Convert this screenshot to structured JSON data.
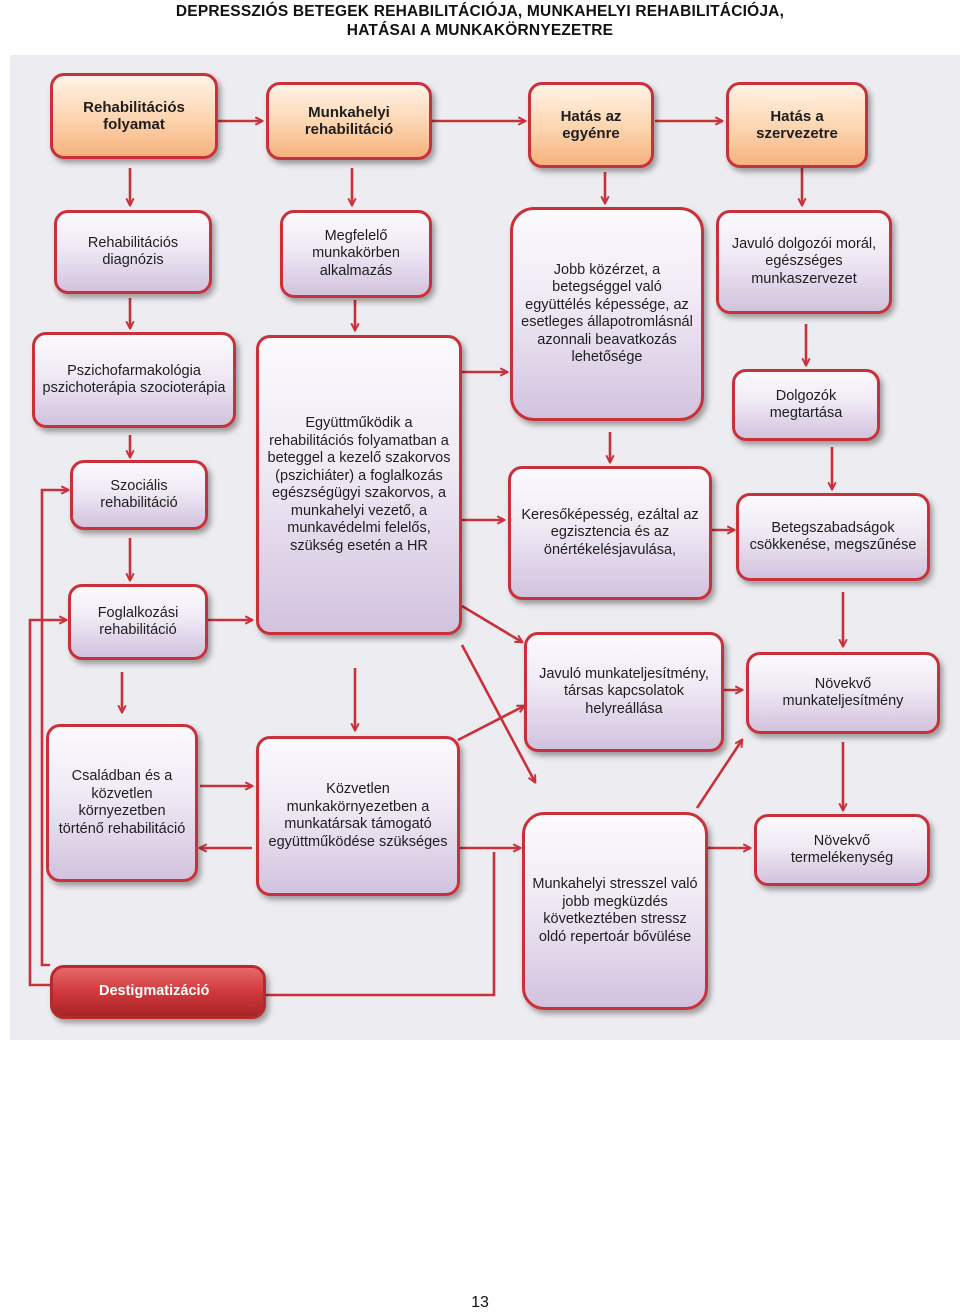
{
  "title": {
    "line1": "DEPRESSZIÓS BETEGEK REHABILITÁCIÓJA, MUNKAHELYI REHABILITÁCIÓJA,",
    "line2": "HATÁSAI A MUNKAKÖRNYEZETRE"
  },
  "headers": {
    "rehab_process": "Rehabilitációs folyamat",
    "workplace_rehab": "Munkahelyi rehabilitáció",
    "effect_individual": "Hatás az egyénre",
    "effect_organization": "Hatás a szervezetre"
  },
  "nodes": {
    "rehab_diagnosis": "Rehabilitációs diagnózis",
    "psycho_therapy": "Pszichofarmakológia pszichoterápia szocioterápia",
    "social_rehab": "Szociális rehabilitáció",
    "employment_rehab": "Foglalkozási rehabilitáció",
    "family_rehab": "Családban és a közvetlen környezetben történő rehabilitáció",
    "appropriate_employment": "Megfelelő munkakörben alkalmazás",
    "cooperation": "Együttműködik a rehabilitációs folyamatban a beteggel a kezelő szakorvos (pszichiáter) a foglalkozás egészségügyi szakorvos, a munkahelyi vezető, a munkavédelmi felelős, szükség esetén a HR",
    "coworker_support": "Közvetlen munkakörnyezetben a munkatársak támogató együttműködése szükséges",
    "better_wellbeing": "Jobb közérzet, a betegséggel való együttélés képessége, az esetleges állapotromlásnál azonnali beavatkozás lehetősége",
    "earning_capacity": "Keresőképesség, ezáltal az egzisztencia és az önértékelésjavulása,",
    "improving_performance": "Javuló munkateljesítmény, társas kapcsolatok helyreállása",
    "stress_coping": "Munkahelyi stresszel való jobb megküzdés következtében stressz oldó repertoár bővülése",
    "improving_morale": "Javuló dolgozói morál, egészséges munkaszervezet",
    "employee_retention": "Dolgozók megtartása",
    "sick_leave": "Betegszabadságok csökkenése, megszűnése",
    "growing_performance": "Növekvő munkateljesítmény",
    "growing_productivity": "Növekvő termelékenység",
    "destigmatization": "Destigmatizáció"
  },
  "colors": {
    "arrow": "#c9313a",
    "header_fill": "#f9c596",
    "node_fill": "#e3d6ea",
    "destig_fill": "#d0393c"
  },
  "page_number": "13"
}
